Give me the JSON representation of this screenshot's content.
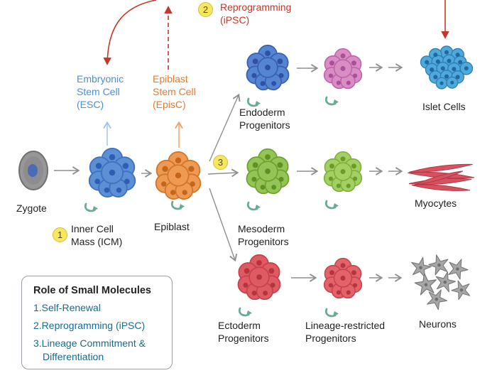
{
  "nodes": {
    "zygote": "Zygote",
    "icm": "Inner Cell Mass (ICM)",
    "epiblast": "Epiblast",
    "esc": "Embryonic Stem Cell (ESC)",
    "episc": "Epiblast Stem Cell (EpisC)",
    "reprogramming": "Reprogramming (iPSC)",
    "endoderm": "Endoderm Progenitors",
    "mesoderm": "Mesoderm Progenitors",
    "ectoderm": "Ectoderm Progenitors",
    "lineage_restricted": "Lineage-restricted Progenitors",
    "islet_cells": "Islet Cells",
    "myocytes": "Myocytes",
    "neurons": "Neurons"
  },
  "steps": [
    {
      "number": "1"
    },
    {
      "number": "2"
    },
    {
      "number": "3"
    }
  ],
  "legend": {
    "title": "Role of Small Molecules",
    "items": [
      "1.Self-Renewal",
      "2.Reprogramming (iPSC)",
      "3.Lineage Commitment & Differentiation"
    ]
  },
  "colors": {
    "reprogramming_red": "#c0392b",
    "esc_blue": "#4a90d4",
    "episc_orange": "#e8792c",
    "legend_text_teal": "#176b8d",
    "self_renewal_green": "#6aab97",
    "arrow_gray": "#8f8f8f",
    "step_badge_yellow": "#f7e75f",
    "icm_cell_blue": "#5b8fd6",
    "epiblast_cell_orange": "#ef9a52",
    "endoderm_cell_blue": "#5584d2",
    "mesoderm_cell_green": "#93c455",
    "ectoderm_cell_red": "#e05a63",
    "restricted_pink": "#da8cc4",
    "islet_cell_blue": "#4fa9da",
    "myocyte_red": "#d8515f",
    "neuron_gray": "#a6a6a6"
  }
}
